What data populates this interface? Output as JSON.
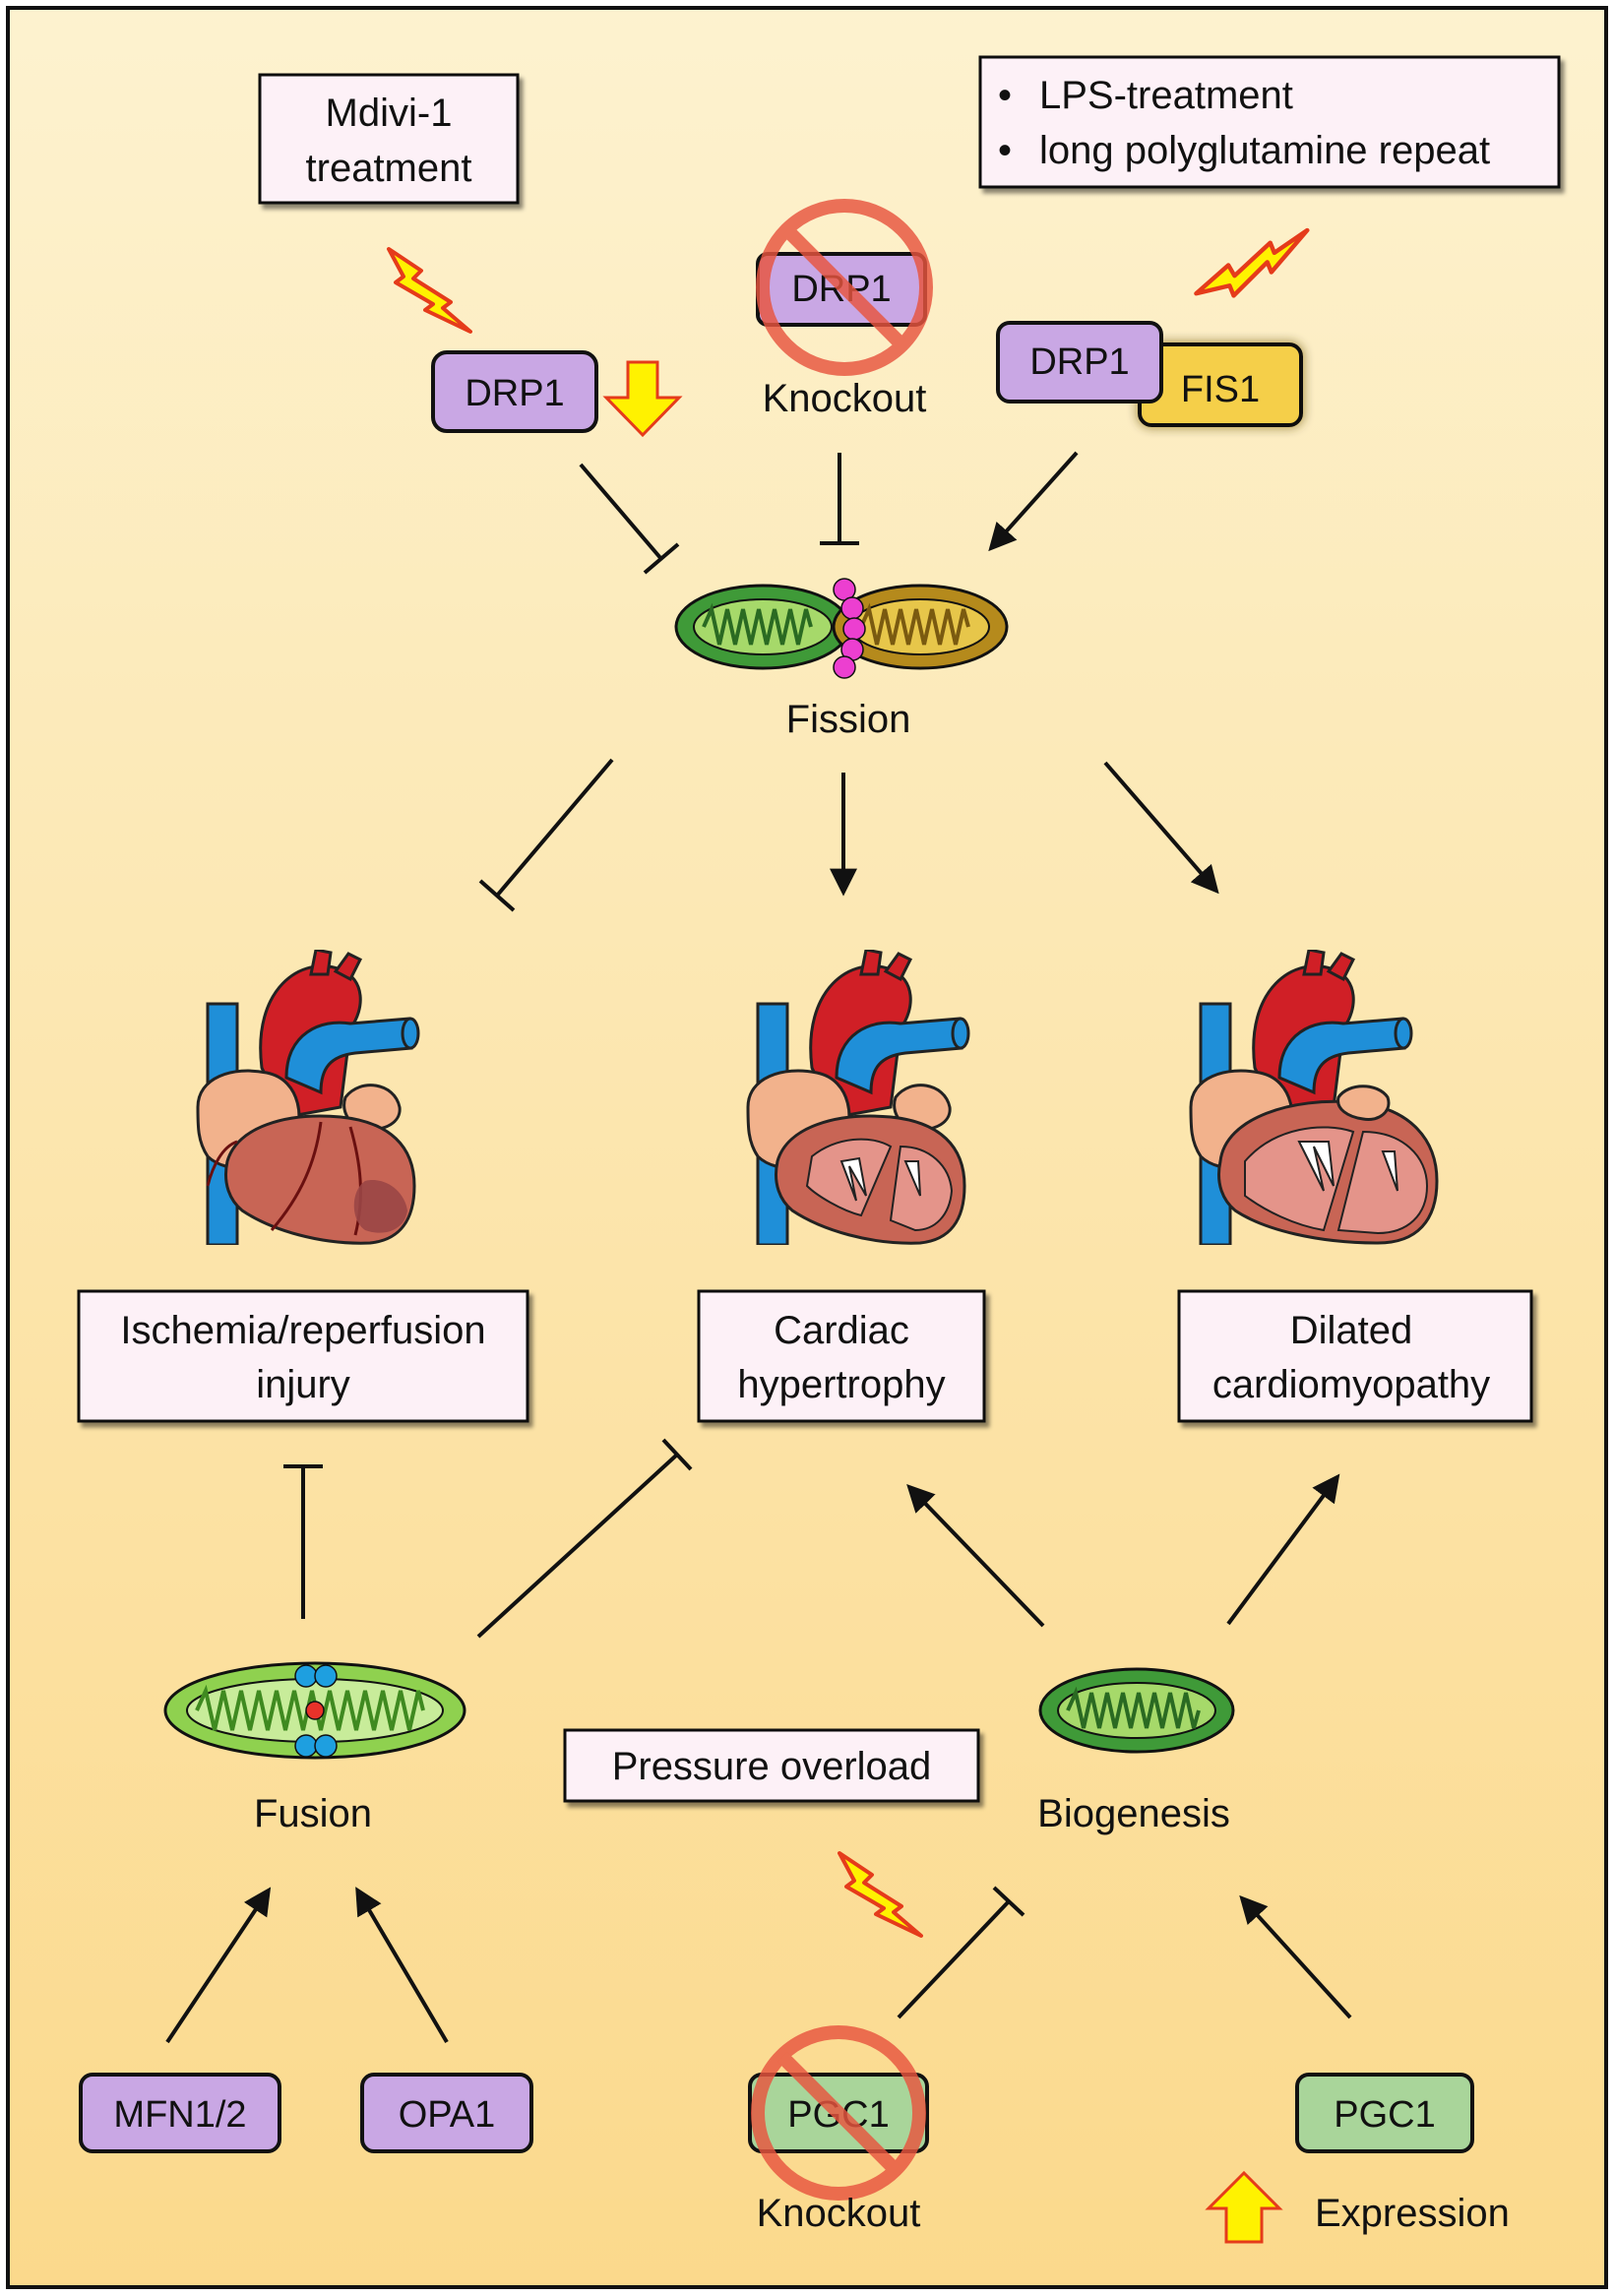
{
  "treatment_boxes": {
    "mdivi_line1": "Mdivi-1",
    "mdivi_line2": "treatment",
    "lps_bullet1": "LPS-treatment",
    "lps_bullet2": "long polyglutamine repeat",
    "pressure_overload": "Pressure overload"
  },
  "proteins": {
    "drp1_reduced": "DRP1",
    "drp1_knockout": "DRP1",
    "drp1_complex": "DRP1",
    "fis1": "FIS1",
    "mfn": "MFN1/2",
    "opa1": "OPA1",
    "pgc1_knockout": "PGC1",
    "pgc1_expression": "PGC1"
  },
  "labels": {
    "knockout_top": "Knockout",
    "knockout_bottom": "Knockout",
    "fission": "Fission",
    "fusion": "Fusion",
    "biogenesis": "Biogenesis",
    "expression": "Expression",
    "bullet": "•"
  },
  "diseases": {
    "ischemia_line1": "Ischemia/reperfusion",
    "ischemia_line2": "injury",
    "hypertrophy_line1": "Cardiac",
    "hypertrophy_line2": "hypertrophy",
    "dcm_line1": "Dilated",
    "dcm_line2": "cardiomyopathy"
  },
  "colors": {
    "background_top": "#fdf0c8",
    "background_bottom": "#fbd98a",
    "box_fill": "#fdf1f7",
    "drp1_purple": "#c9a7e4",
    "fis1_yellow": "#f5cf4a",
    "pgc1_green": "#a9d59a",
    "mito_green": "#3f9a38",
    "mito_gold": "#b58a1c",
    "mito_light_green": "#8fd14f",
    "pink_dots": "#ec3fd0",
    "blue_dots": "#1e9fe0",
    "red_dot": "#e8322a",
    "prohibition_red": "#e8553f",
    "bolt_yellow": "#fff200",
    "bolt_red": "#e53b1b",
    "heart_red": "#d01f26",
    "heart_blue": "#1f8fd8",
    "heart_muscle": "#c86555",
    "heart_atrium": "#f2b28c"
  }
}
